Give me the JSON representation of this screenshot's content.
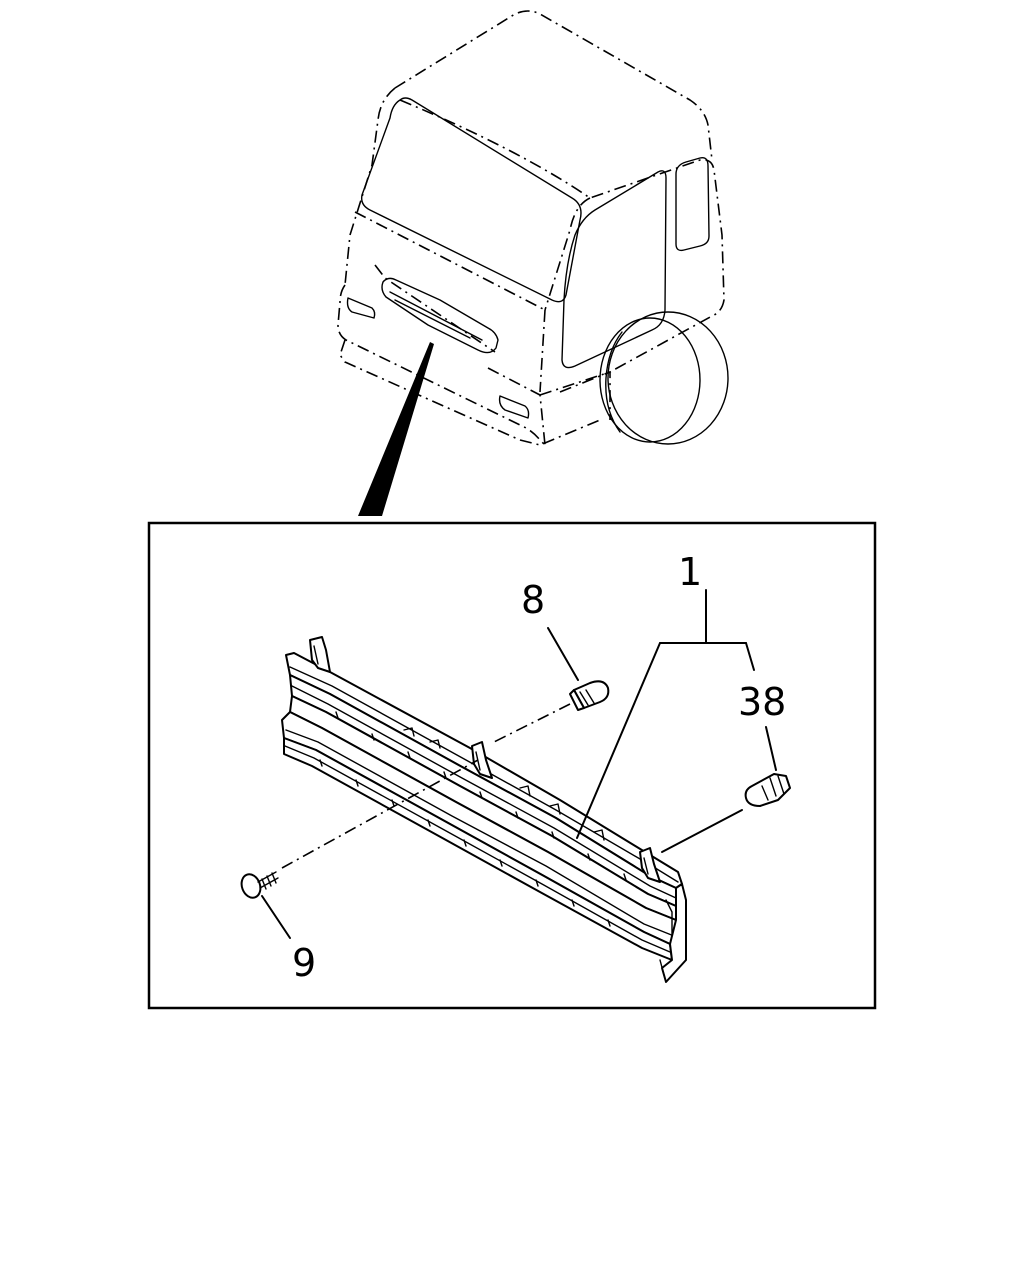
{
  "callouts": {
    "part_1": "1",
    "part_8": "8",
    "part_38": "38",
    "part_9": "9"
  }
}
